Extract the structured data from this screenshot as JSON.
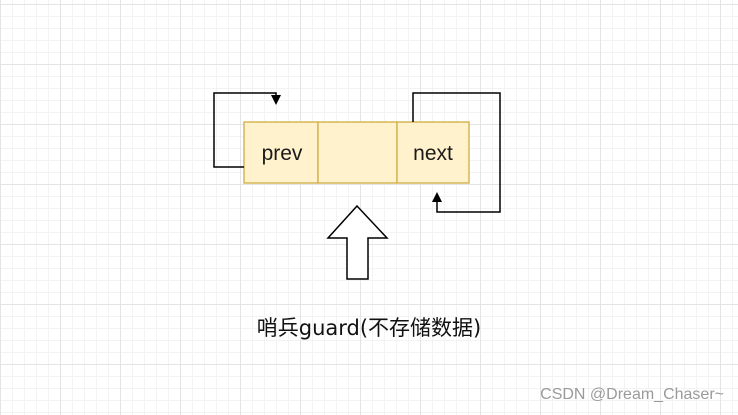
{
  "node": {
    "prev_label": "prev",
    "data_label": "",
    "next_label": "next"
  },
  "caption": "哨兵guard(不存储数据)",
  "watermark": "CSDN @Dream_Chaser~",
  "colors": {
    "cell_fill": "#fff2cc",
    "cell_stroke": "#d6b656",
    "line": "#000000"
  }
}
